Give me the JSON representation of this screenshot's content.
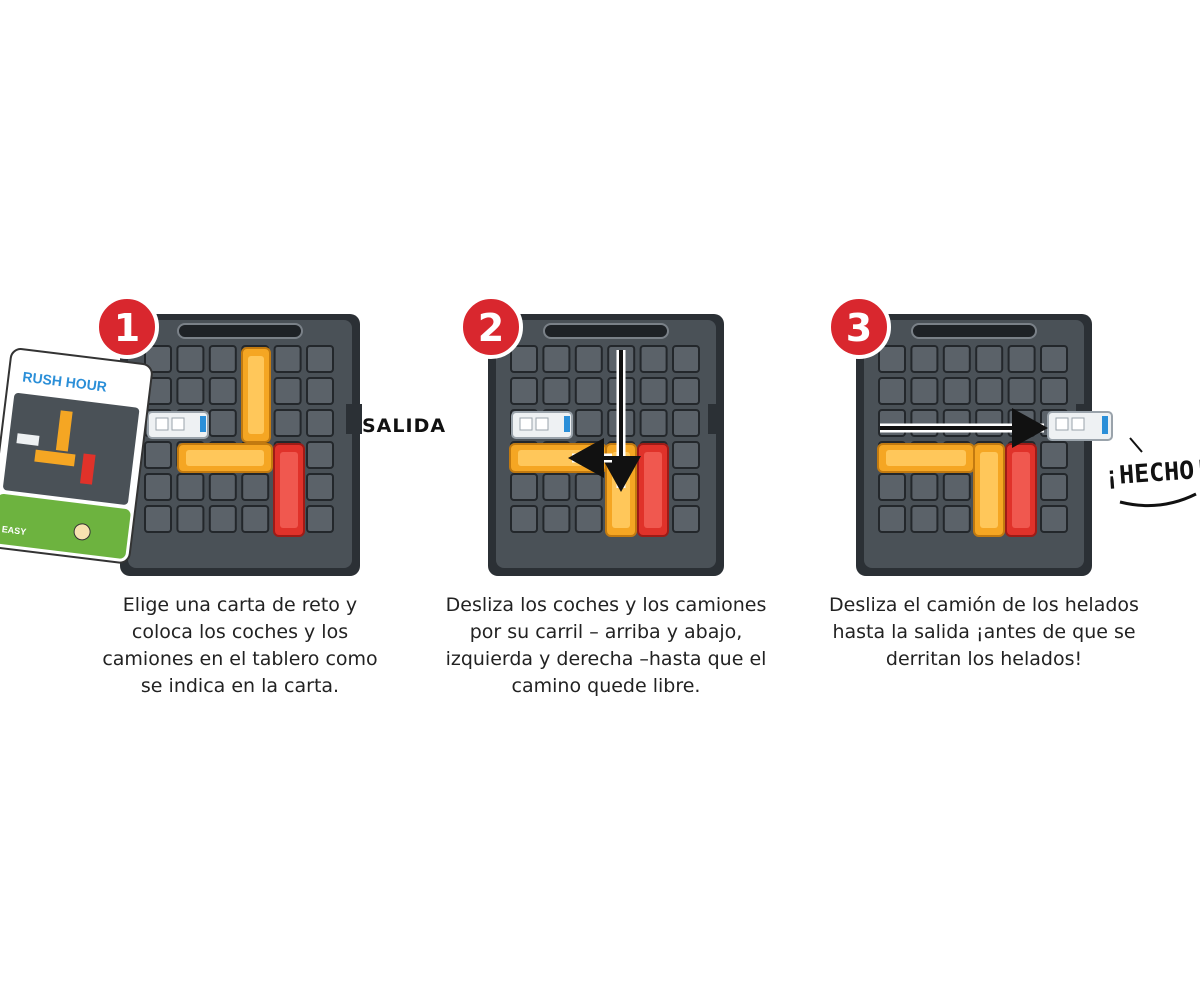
{
  "steps": [
    {
      "number": "1",
      "caption_lines": [
        "Elige una carta de reto y",
        "coloca los coches y los",
        "camiones en el tablero como",
        "se indica en la carta."
      ]
    },
    {
      "number": "2",
      "caption_lines": [
        "Desliza los coches y los camiones",
        "por su carril – arriba y abajo,",
        "izquierda y derecha –hasta que el",
        "camino quede libre."
      ]
    },
    {
      "number": "3",
      "caption_lines": [
        "Desliza el camión  de los helados",
        "hasta la salida ¡antes de que se",
        "derritan los helados!"
      ]
    }
  ],
  "exit_label": "SALIDA",
  "done_label": "¡HECHO!",
  "card": {
    "logo": "RUSH HOUR",
    "level": "EASY"
  },
  "colors": {
    "board": "#3b4147",
    "cell": "#5b6269",
    "badge": "#d9272e",
    "orange_truck": "#f5a623",
    "red_truck": "#e0322a",
    "ice_cream_truck": "#eef1f3",
    "card_green": "#6db33f"
  }
}
